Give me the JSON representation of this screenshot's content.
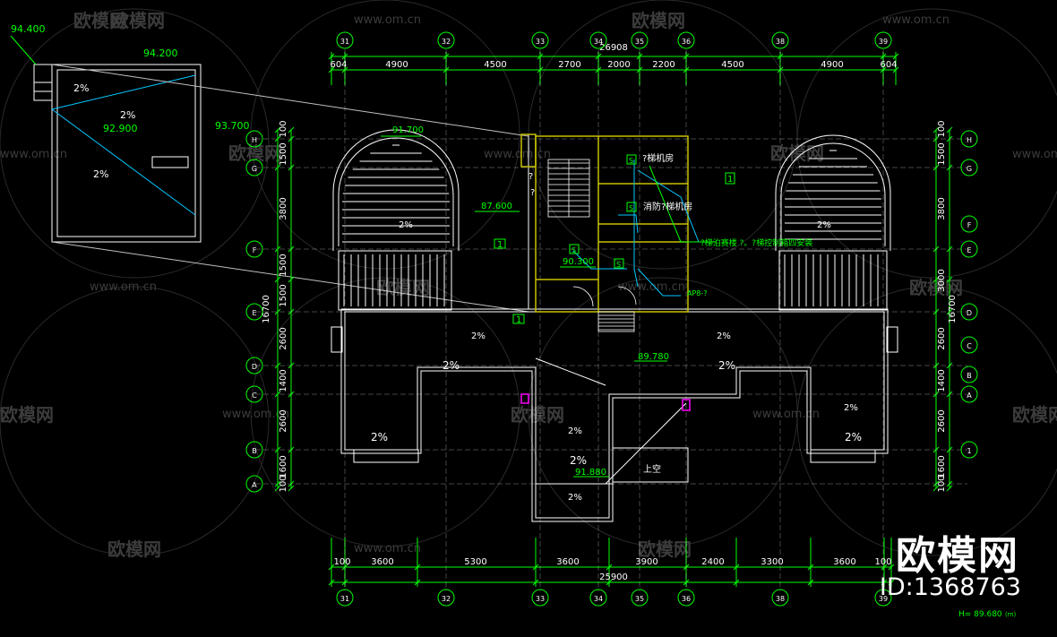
{
  "watermark": {
    "brand": "欧模网",
    "url": "www.om.cn",
    "id_label": "ID:1368763"
  },
  "dims": {
    "top_total": "26908",
    "top_segments": [
      "604",
      "4900",
      "4500",
      "2700",
      "2000",
      "2200",
      "4500",
      "4900",
      "604"
    ],
    "bottom_total": "25900",
    "bottom_segments": [
      "100",
      "3600",
      "5300",
      "3600",
      "3900",
      "2400",
      "3300",
      "3600",
      "100"
    ],
    "left_total": "16700",
    "left_segments": [
      "100",
      "1500",
      "3800",
      "1500",
      "1500",
      "2600",
      "1400",
      "2600",
      "1600",
      "100"
    ],
    "right_total": "16700",
    "right_segments": [
      "100",
      "1500",
      "3800",
      "3000",
      "2600",
      "1400",
      "2600",
      "1600",
      "100"
    ]
  },
  "elevations": {
    "e94400": "94.400",
    "e94200": "94.200",
    "e93700": "93.700",
    "e92900": "92.900",
    "e91700": "91.700",
    "e87600": "87.600",
    "e90300": "90.300",
    "e89780": "89.780",
    "e91880": "91.880",
    "h_base": "H= 89.680"
  },
  "labels": {
    "slope": "2%",
    "room_elevator": "?梯机房",
    "room_fire": "消防?梯机房",
    "note_stair": "?梯泊赛楼 ?。?梯控制箱四安装",
    "void": "上空",
    "tag_1": "1",
    "tag_ap": "AP8-?",
    "qmark": "?",
    "s_mark": "S",
    "suffix": "(m)"
  },
  "grid": {
    "top_axes": [
      "31",
      "32",
      "33",
      "34",
      "35",
      "36",
      "38",
      "39"
    ],
    "bottom_axes": [
      "31",
      "32",
      "33",
      "34",
      "35",
      "36",
      "38",
      "39"
    ],
    "left_axes": [
      "H",
      "G",
      "F",
      "E",
      "D",
      "C",
      "B",
      "A"
    ],
    "right_axes": [
      "H",
      "G",
      "F",
      "E",
      "D",
      "C",
      "B",
      "A",
      "1"
    ]
  },
  "colors": {
    "background": "#000000",
    "dimension": "#00ff00",
    "wall": "#ffffff",
    "core": "#c8c000",
    "pipe": "#00c8ff",
    "accent": "#ff00ff",
    "watermark": "#3a3a3a"
  }
}
